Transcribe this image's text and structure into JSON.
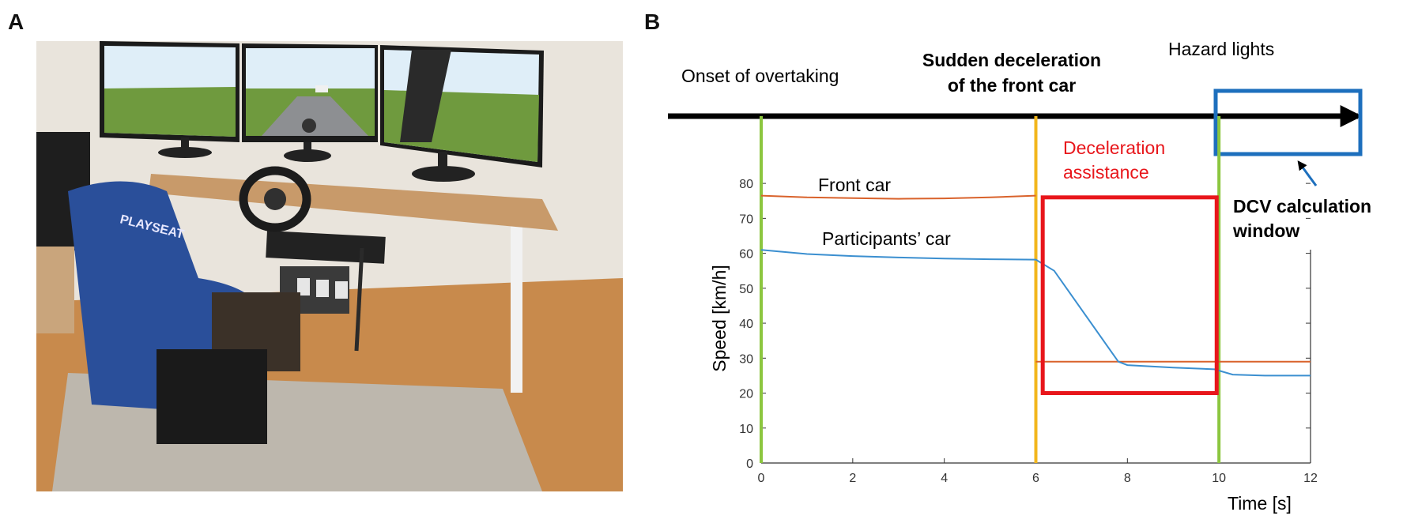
{
  "panels": {
    "a": "A",
    "b": "B"
  },
  "photo": {
    "seat_brand": "PLAYSEAT",
    "colors": {
      "wall": "#e9e4dc",
      "floor": "#c88a4c",
      "mat": "#bdb7ad",
      "desk_top": "#c89a6a",
      "seat": "#2a4f9a",
      "sky": "#dfeef8",
      "grass": "#6f9a3e"
    }
  },
  "timeline": {
    "events": {
      "onset": "Onset of overtaking",
      "sudden_line1": "Sudden deceleration",
      "sudden_line2": "of the front car",
      "hazard": "Hazard lights"
    },
    "assist_line1": "Deceleration",
    "assist_line2": "assistance",
    "window_line1": "DCV calculation",
    "window_line2": "window"
  },
  "chart_data": {
    "type": "line",
    "xlabel": "Time [s]",
    "ylabel": "Speed [km/h]",
    "xlim": [
      0,
      12
    ],
    "ylim": [
      0,
      85
    ],
    "xticks": [
      0,
      2,
      4,
      6,
      8,
      10,
      12
    ],
    "yticks": [
      0,
      10,
      20,
      30,
      40,
      50,
      60,
      70,
      80
    ],
    "series": [
      {
        "name": "Front car",
        "color": "#d9622b",
        "segments": [
          {
            "x": [
              0,
              1,
              2,
              3,
              4,
              5,
              6
            ],
            "y": [
              76.5,
              76,
              75.8,
              75.6,
              75.7,
              76,
              76.5
            ]
          },
          {
            "x": [
              6,
              7,
              8,
              9,
              10,
              11,
              12
            ],
            "y": [
              29,
              29,
              29,
              29,
              29,
              29,
              29
            ]
          }
        ]
      },
      {
        "name": "Participants’ car",
        "color": "#3b8fd0",
        "segments": [
          {
            "x": [
              0,
              1,
              2,
              3,
              4,
              5,
              6,
              6.4,
              7.8,
              8,
              9,
              9.9,
              10.3,
              11,
              12
            ],
            "y": [
              61,
              59.8,
              59.2,
              58.8,
              58.5,
              58.3,
              58.2,
              55,
              29,
              28,
              27.3,
              26.8,
              25.3,
              25,
              25
            ]
          }
        ]
      }
    ],
    "event_lines": [
      {
        "x": 0,
        "color": "#8cc63f"
      },
      {
        "x": 6,
        "color": "#f2b61c"
      },
      {
        "x": 10,
        "color": "#8cc63f"
      }
    ],
    "assist_box": {
      "x": [
        6.15,
        9.95
      ],
      "y": [
        20,
        76
      ]
    },
    "assist_color": "#e8161b",
    "window_color": "#1d6fbd",
    "grid": false
  }
}
